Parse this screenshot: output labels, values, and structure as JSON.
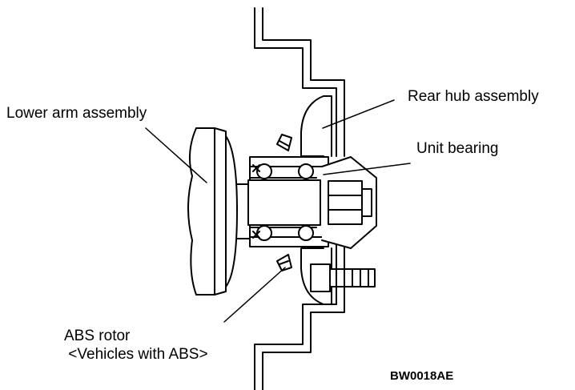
{
  "labels": {
    "lower_arm": "Lower arm assembly",
    "rear_hub": "Rear hub assembly",
    "unit_bearing": "Unit bearing",
    "abs_rotor_line1": "ABS rotor",
    "abs_rotor_line2": " <Vehicles with ABS>"
  },
  "figure_code": "BW0018AE",
  "colors": {
    "line": "#000000",
    "background": "#ffffff"
  }
}
